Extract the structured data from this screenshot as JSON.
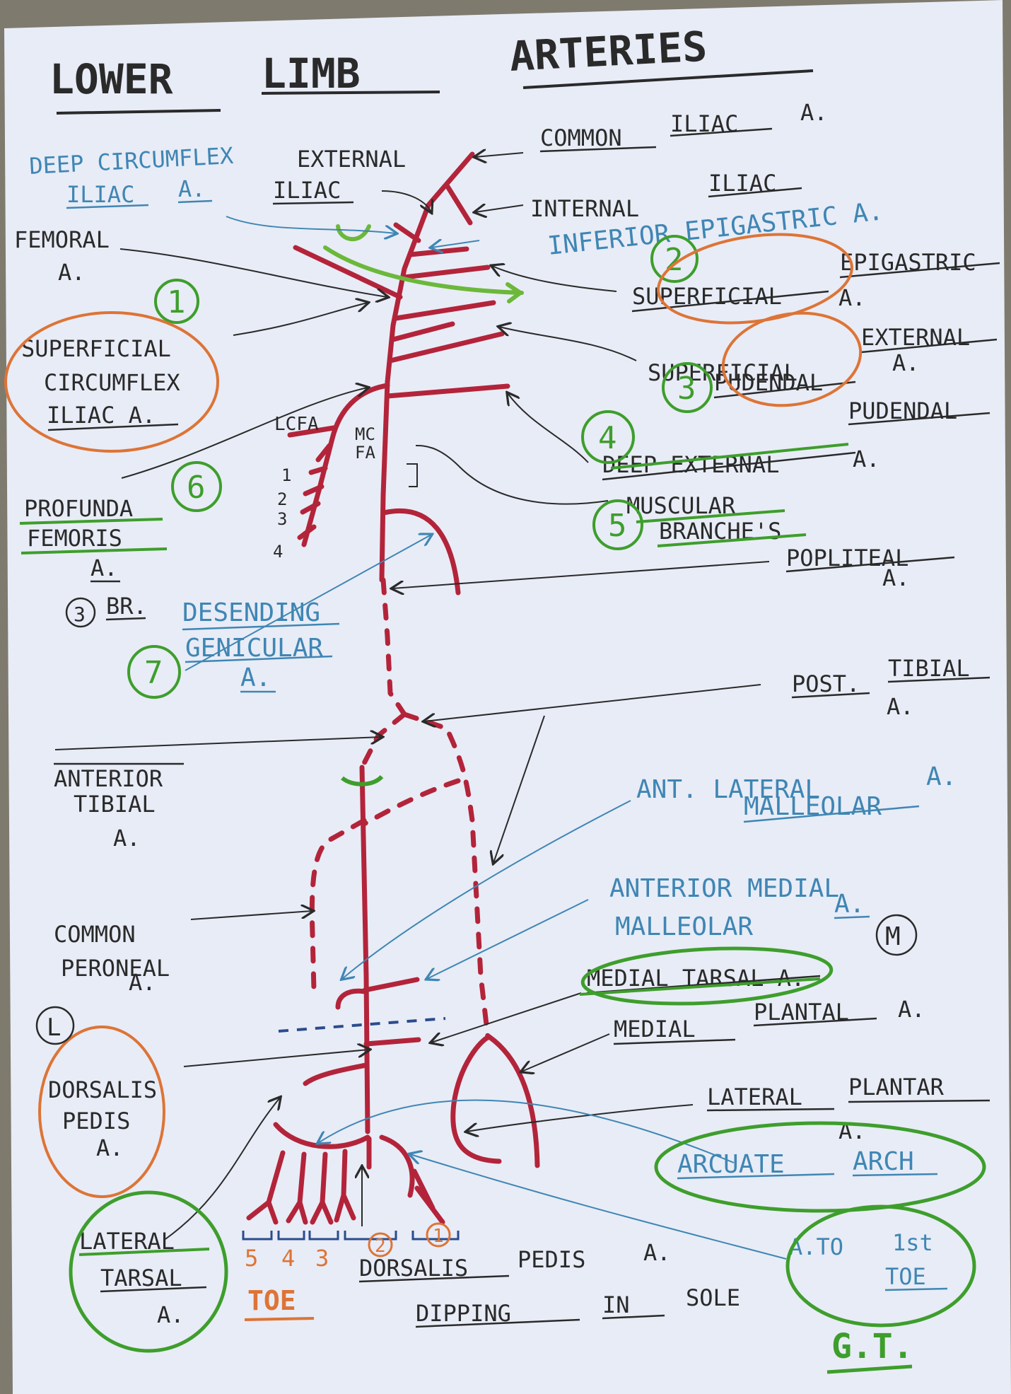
{
  "title": {
    "w1": "LOWER",
    "w2": "LIMB",
    "w3": "ARTERIES"
  },
  "colors": {
    "ink": "#2a2a2a",
    "blue": "#3f86b4",
    "red": "#b3243a",
    "green": "#3e9e2c",
    "orange": "#dd7436",
    "paper": "#e8ecf6"
  },
  "labels": {
    "common_iliac": [
      "COMMON",
      "ILIAC",
      "A."
    ],
    "internal_iliac": [
      "INTERNAL",
      "ILIAC"
    ],
    "external_iliac": [
      "EXTERNAL",
      "ILIAC"
    ],
    "deep_circumflex": [
      "DEEP CIRCUMFLEX",
      "ILIAC",
      "A."
    ],
    "femoral": [
      "FEMORAL",
      "A."
    ],
    "inferior_epigastric": "INFERIOR EPIGASTRIC A.",
    "superficial_epigastric": [
      "SUPERFICIAL",
      "EPIGASTRIC",
      "A."
    ],
    "superficial_circumflex": [
      "SUPERFICIAL",
      "CIRCUMFLEX",
      "ILIAC A."
    ],
    "superficial_external_pudendal": [
      "SUPERFICIAL",
      "EXTERNAL",
      "PUDENDAL",
      "A."
    ],
    "deep_external_pudendal": [
      "DEEP EXTERNAL",
      "PUDENDAL",
      "A."
    ],
    "lcfa": "LCFA",
    "mcfa": [
      "MC",
      "FA"
    ],
    "perforators": [
      "1",
      "2",
      "3",
      "4"
    ],
    "profunda": [
      "PROFUNDA",
      "FEMORIS",
      "A.",
      "BR."
    ],
    "muscular": [
      "MUSCULAR",
      "BRANCHE'S"
    ],
    "popliteal": [
      "POPLITEAL",
      "A."
    ],
    "descending_genicular": [
      "DESENDING",
      "GENICULAR",
      "A."
    ],
    "post_tibial": [
      "POST.",
      "TIBIAL",
      "A."
    ],
    "anterior_tibial": [
      "ANTERIOR",
      "TIBIAL",
      "A."
    ],
    "ant_lateral_malleolar": [
      "ANT. LATERAL",
      "MALLEOLAR",
      "A."
    ],
    "ant_medial_malleolar": [
      "ANTERIOR MEDIAL",
      "MALLEOLAR",
      "A."
    ],
    "common_peroneal": [
      "COMMON",
      "PERONEAL",
      "A."
    ],
    "medial_tarsal": "MEDIAL TARSAL A.",
    "medial_plantar": [
      "MEDIAL",
      "PLANTAL",
      "A."
    ],
    "lateral_plantar": [
      "LATERAL",
      "PLANTAR",
      "A."
    ],
    "dorsalis_pedis": [
      "DORSALIS",
      "PEDIS",
      "A."
    ],
    "arcuate_arch": [
      "ARCUATE",
      "ARCH"
    ],
    "a_to_1st_toe": [
      "A.TO",
      "1st",
      "TOE"
    ],
    "lateral_tarsal": [
      "LATERAL",
      "TARSAL",
      "A."
    ],
    "toe_numbers": [
      "5",
      "4",
      "3",
      "2",
      "1"
    ],
    "toe": "TOE",
    "dipping_1": [
      "DORSALIS",
      "PEDIS",
      "A."
    ],
    "dipping_2": [
      "DIPPING",
      "IN",
      "SOLE"
    ],
    "marker_m": "M",
    "marker_l": "L",
    "signature": "G.T.",
    "num_circles": [
      "1",
      "2",
      "3",
      "4",
      "5",
      "6",
      "7",
      "3"
    ]
  }
}
